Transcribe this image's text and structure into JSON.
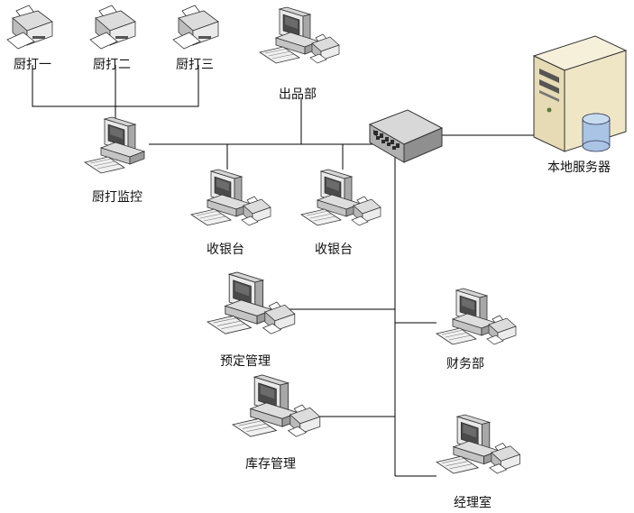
{
  "labels": {
    "printer_kitchen_1": "厨打一",
    "printer_kitchen_2": "厨打二",
    "printer_kitchen_3": "厨打三",
    "dispatch_dept": "出品部",
    "kitchen_monitor": "厨打监控",
    "cashier_1": "收银台",
    "cashier_2": "收银台",
    "reservation_mgmt": "预定管理",
    "finance_dept": "财务部",
    "inventory_mgmt": "库存管理",
    "manager_office": "经理室",
    "local_server": "本地服务器"
  },
  "icons": {
    "printer": "printer-icon",
    "workstation": "workstation-with-printer-icon",
    "desktop": "desktop-computer-icon",
    "switch": "network-switch-icon",
    "server": "server-tower-icon"
  },
  "colors": {
    "line": "#000000",
    "device_light": "#f2f2f2",
    "device_mid": "#cfcfcf",
    "device_dark": "#8a8a8a",
    "screen": "#4a4a4a",
    "server_body": "#efe6c6",
    "db_blue": "#a9c4e4"
  }
}
